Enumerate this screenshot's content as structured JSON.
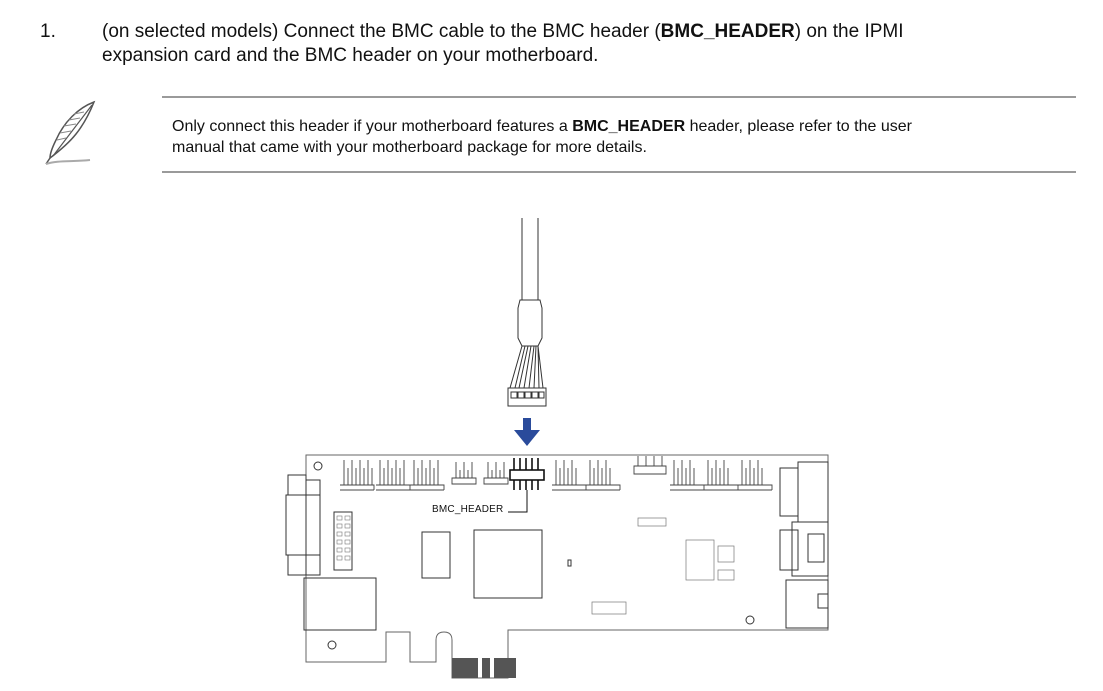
{
  "step": {
    "number": "1.",
    "line1_prefix": "(on selected models) Connect the BMC cable to the BMC header (",
    "line1_bold": "BMC_HEADER",
    "line1_suffix": ") on the IPMI",
    "line2": "expansion card and the BMC header on your motherboard."
  },
  "note": {
    "icon": "feather-pen-icon",
    "prefix": "Only connect this header if your motherboard features a ",
    "bold": "BMC_HEADER",
    "suffix": " header, please refer to the user",
    "line2": "manual that came with your motherboard package for more details."
  },
  "diagram": {
    "header_label": "BMC_HEADER",
    "arrow_color": "#2a4b9b"
  }
}
